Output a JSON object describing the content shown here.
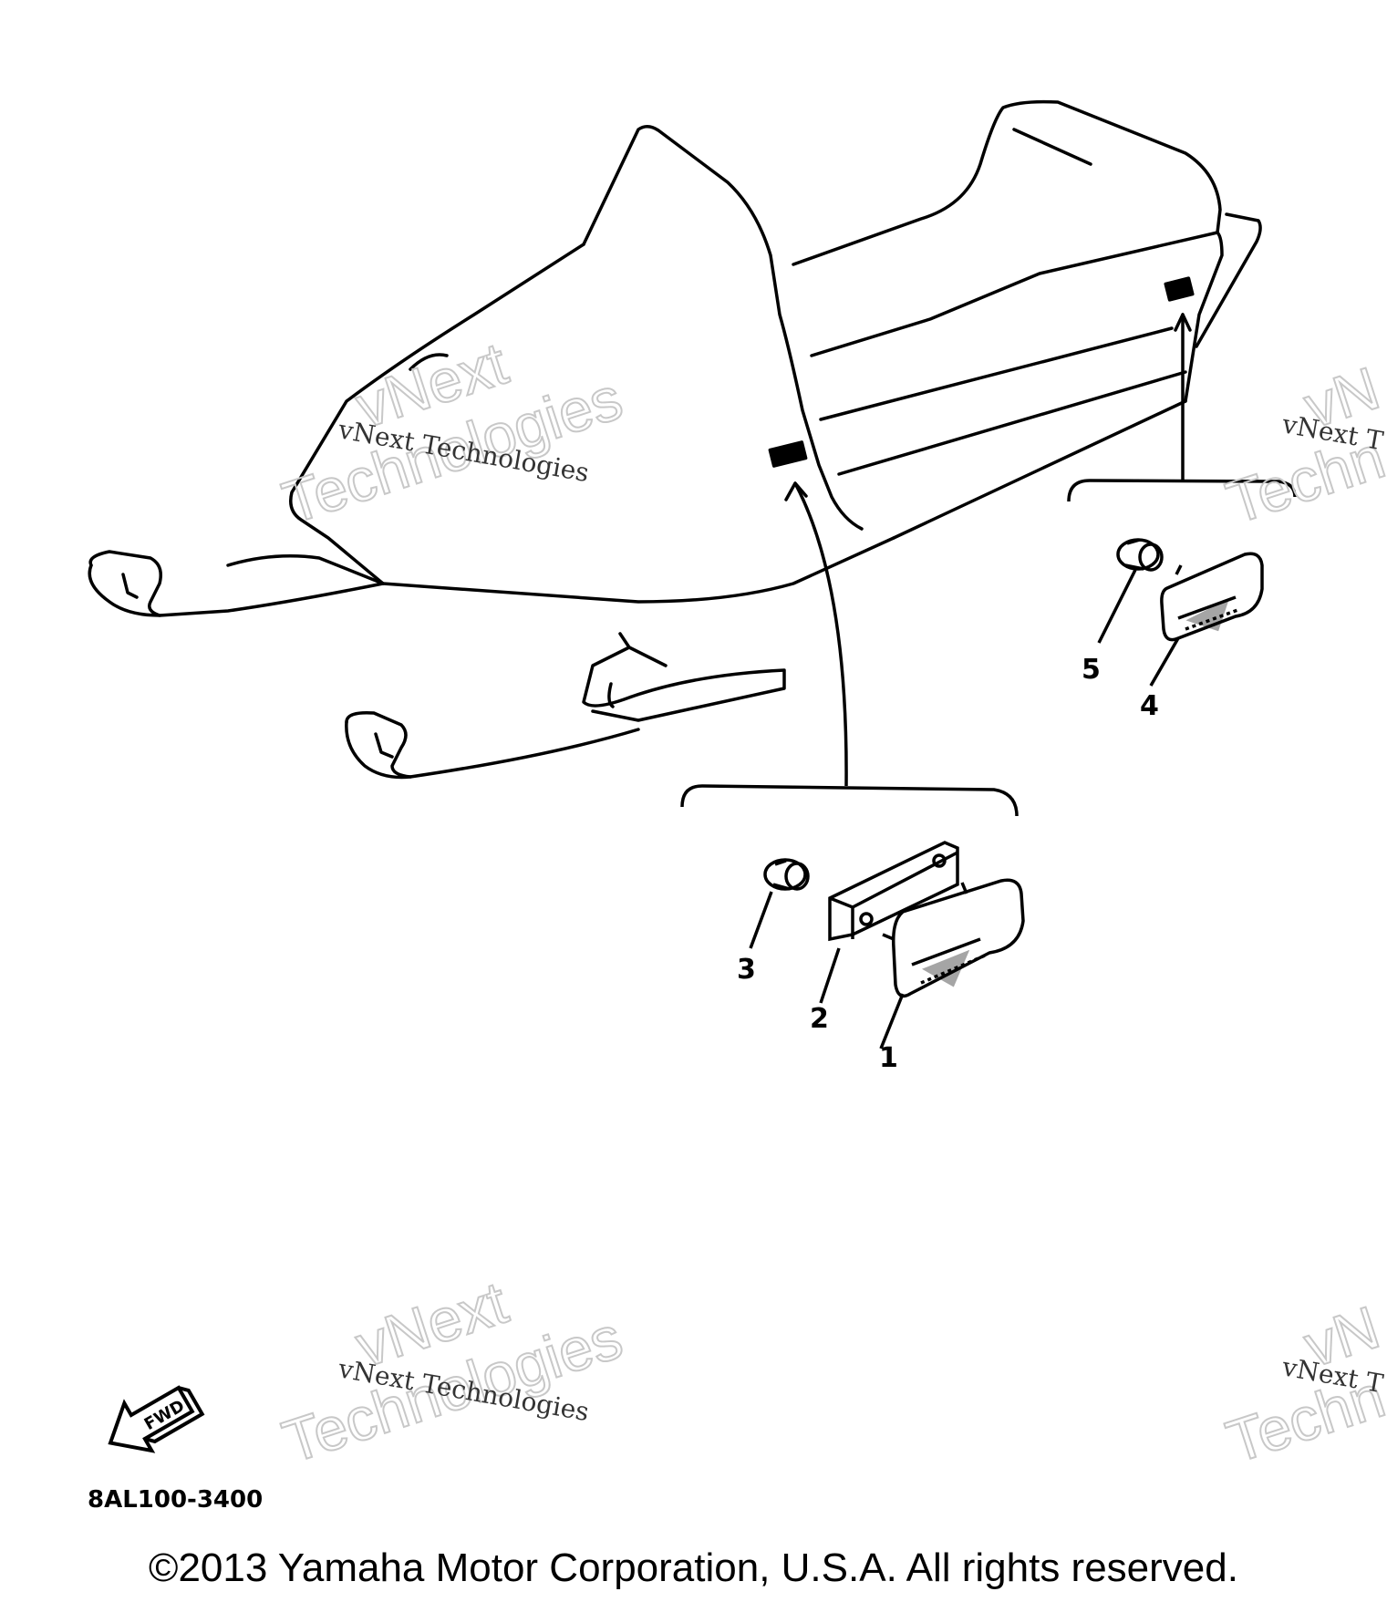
{
  "callouts": {
    "c1": "1",
    "c2": "2",
    "c3": "3",
    "c4": "4",
    "c5": "5"
  },
  "watermark": {
    "line1": "vNext Technologies",
    "line2a": "vNext",
    "line2b": "Technologies",
    "partial": "vNext T",
    "partial_outline": "vN",
    "partial_outline2": "Techn"
  },
  "fwd_label": "FWD",
  "diagram_code": "8AL100-3400",
  "copyright": "©2013 Yamaha Motor Corporation, U.S.A. All rights reserved.",
  "icons": {
    "fwd_arrow": "fwd-arrow-icon"
  }
}
